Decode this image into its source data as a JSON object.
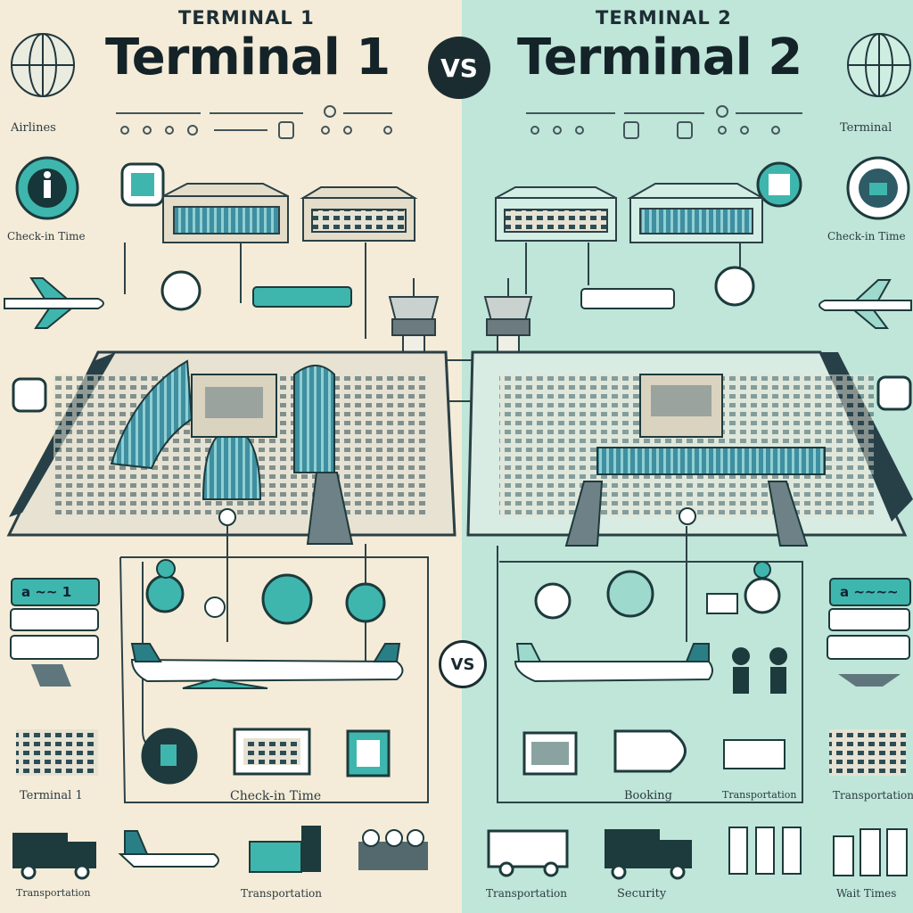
{
  "header": {
    "left_subtitle": "TERMINAL 1",
    "left_title": "Terminal 1",
    "right_subtitle": "TERMINAL 2",
    "right_title": "Terminal 2",
    "vs_top": "VS",
    "vs_mid": "VS"
  },
  "labels": {
    "left_airline": "Airlines",
    "left_checkin": "Check-in Time",
    "right_terminal": "Terminal",
    "right_checkin": "Check-in Time",
    "left_terminal_bottom": "Terminal 1",
    "left_checkin_bottom": "Check-in Time",
    "right_booking": "Booking",
    "right_transport_mid": "Transportation",
    "right_transport_far": "Transportation",
    "bottom_left_a": "Transportation",
    "bottom_left_b": "Transportation",
    "bottom_right_a": "Transportation",
    "bottom_right_b": "Security",
    "bottom_right_c": "Wait Times"
  },
  "badges": {
    "left_gate": "a ~~ 1",
    "right_gate": "a ~~~~"
  },
  "colors": {
    "left_bg": "#f4ecd8",
    "right_bg": "#bfe6d9",
    "accent": "#3fb6ad",
    "ink": "#1c2b30"
  },
  "icons": [
    "globe-icon",
    "info-icon",
    "luggage-icon",
    "airplane-icon",
    "control-tower-icon",
    "truck-icon",
    "people-icon",
    "ticket-icon",
    "kiosk-icon"
  ]
}
